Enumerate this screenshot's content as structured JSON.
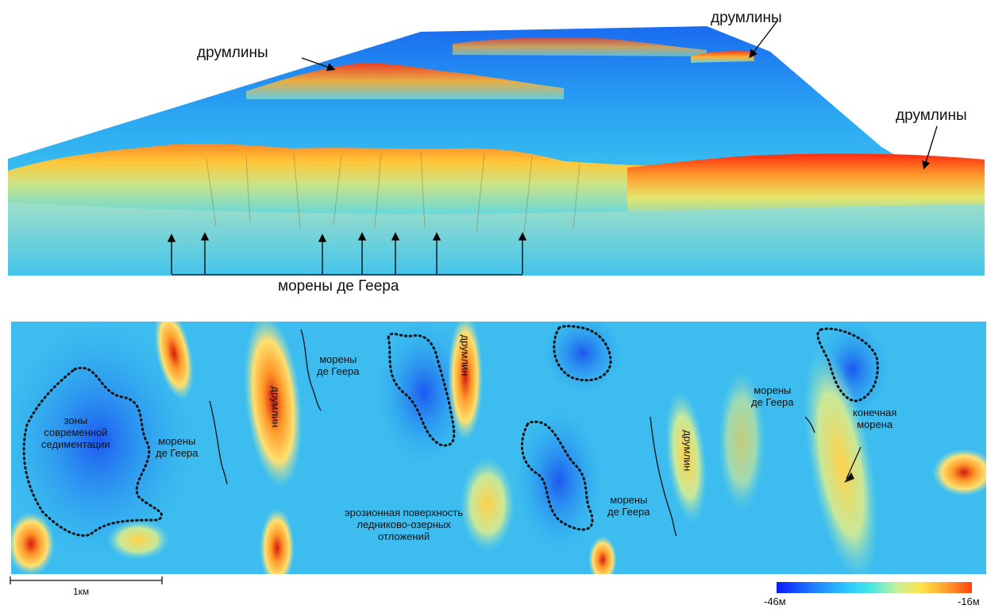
{
  "top_panel": {
    "labels": {
      "drumlins_left": "друмлины",
      "drumlins_top_right": "друмлины",
      "drumlins_right": "друмлины",
      "moraines_de_geer": "морены де Геера"
    }
  },
  "bottom_panel": {
    "labels": {
      "sedimentation_zones": "зоны\nсовременной\nседиментации",
      "moraines_1": "морены\nде Геера",
      "moraines_2": "морены\nде Геера",
      "moraines_3": "морены\nде Геера",
      "moraines_4": "морены\nде Геера",
      "drumlin_1": "друмлин",
      "drumlin_2": "друмлин",
      "drumlin_3": "друмлин",
      "erosion_surface": "эрозионная поверхность\nледниково-озерных\nотложений",
      "end_moraine": "конечная\nморена"
    }
  },
  "scale_bar": {
    "label": "1км"
  },
  "color_bar": {
    "min_label": "-46м",
    "max_label": "-16м",
    "colors": [
      "#0a1aff",
      "#2ac8ff",
      "#ffe44a",
      "#ff4010"
    ]
  }
}
